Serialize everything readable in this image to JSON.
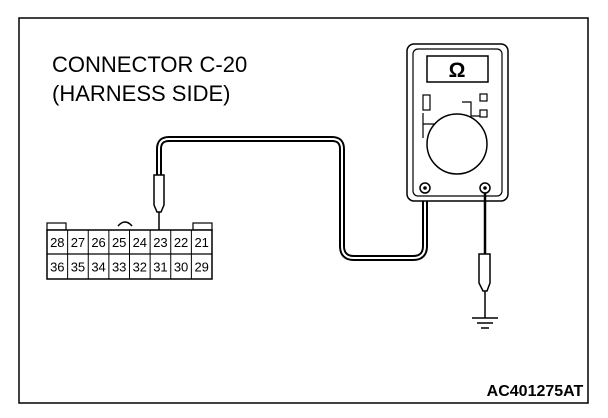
{
  "title": {
    "line1": "CONNECTOR C-20",
    "line2": "(HARNESS SIDE)"
  },
  "connector": {
    "top_row": [
      "28",
      "27",
      "26",
      "25",
      "24",
      "23",
      "22",
      "21"
    ],
    "bottom_row": [
      "36",
      "35",
      "34",
      "33",
      "32",
      "31",
      "30",
      "29"
    ]
  },
  "meter": {
    "display_symbol": "Ω"
  },
  "ground_icon": "ground-icon",
  "figure_code": "AC401275AT",
  "colors": {
    "line": "#000000",
    "background": "#ffffff"
  }
}
